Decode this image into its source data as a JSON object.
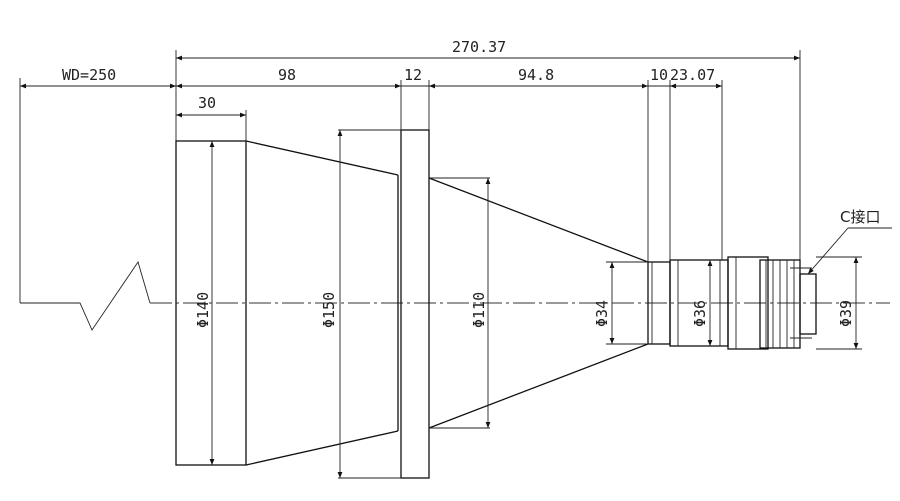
{
  "dimensions": {
    "overall_length": "270.37",
    "working_distance": "WD=250",
    "front_length": "98",
    "flange_width": "12",
    "cone_length": "94.8",
    "step_1": "10",
    "step_2": "23.07",
    "front_segment": "30"
  },
  "diameters": {
    "front": "Φ140",
    "flange": "Φ150",
    "cone_base": "Φ110",
    "tube": "Φ34",
    "barrel": "Φ36",
    "mount": "Φ39"
  },
  "mount_label": "C接口"
}
